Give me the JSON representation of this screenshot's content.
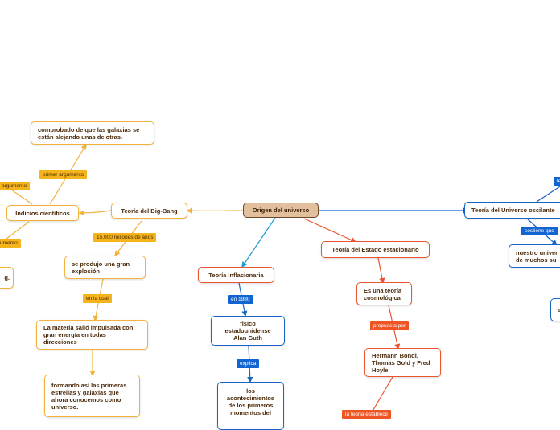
{
  "map": {
    "center": "Origen del universo",
    "big_bang": {
      "title": "Teoría del Big-Bang",
      "age_link": "15.000 millones de años",
      "explosion": "se produjo una gran explosión",
      "in_which_link": "en la cual",
      "matter": "La materia salió impulsada con gran energía en todas direcciones",
      "formed": "formando así las primeras estrellas y galaxias que ahora conocemos como universo.",
      "evidence": "Indicios científicos",
      "first_arg_link": "primer argumento",
      "galaxies": "comprobado de que las galaxias se están alejando unas de otras.",
      "arg_left_top": "argumento",
      "arg_left_bottom": "umento",
      "left_cut_node": "g."
    },
    "inflation": {
      "title": "Teoría Inflacionaria",
      "year_link": "en 1980",
      "physicist": "físico estadounidense Alan Guth",
      "explains_link": "explica",
      "events": "los acontecimientos de los primeros momentos del"
    },
    "steady": {
      "title": "Teoría del Estado estacionario",
      "cosmological": "Es una teoría cosmológica",
      "proposed_link": "propuesta por",
      "authors": "Hermann Bondi, Thomas Gold y Fred Hoyle",
      "establishes_link": "la teoría establece"
    },
    "oscillating": {
      "title": "Teoría del Universo oscilante",
      "top_link": "te",
      "holds_link": "sostiene que",
      "universe": "nuestro univer de muchos su",
      "cut_node": "s c"
    }
  },
  "colors": {
    "center_fill": "#e2bf9d",
    "orange": "#f2b23b",
    "red": "#e8552e",
    "blue": "#1a64c8",
    "cyan": "#1e9bd7"
  }
}
